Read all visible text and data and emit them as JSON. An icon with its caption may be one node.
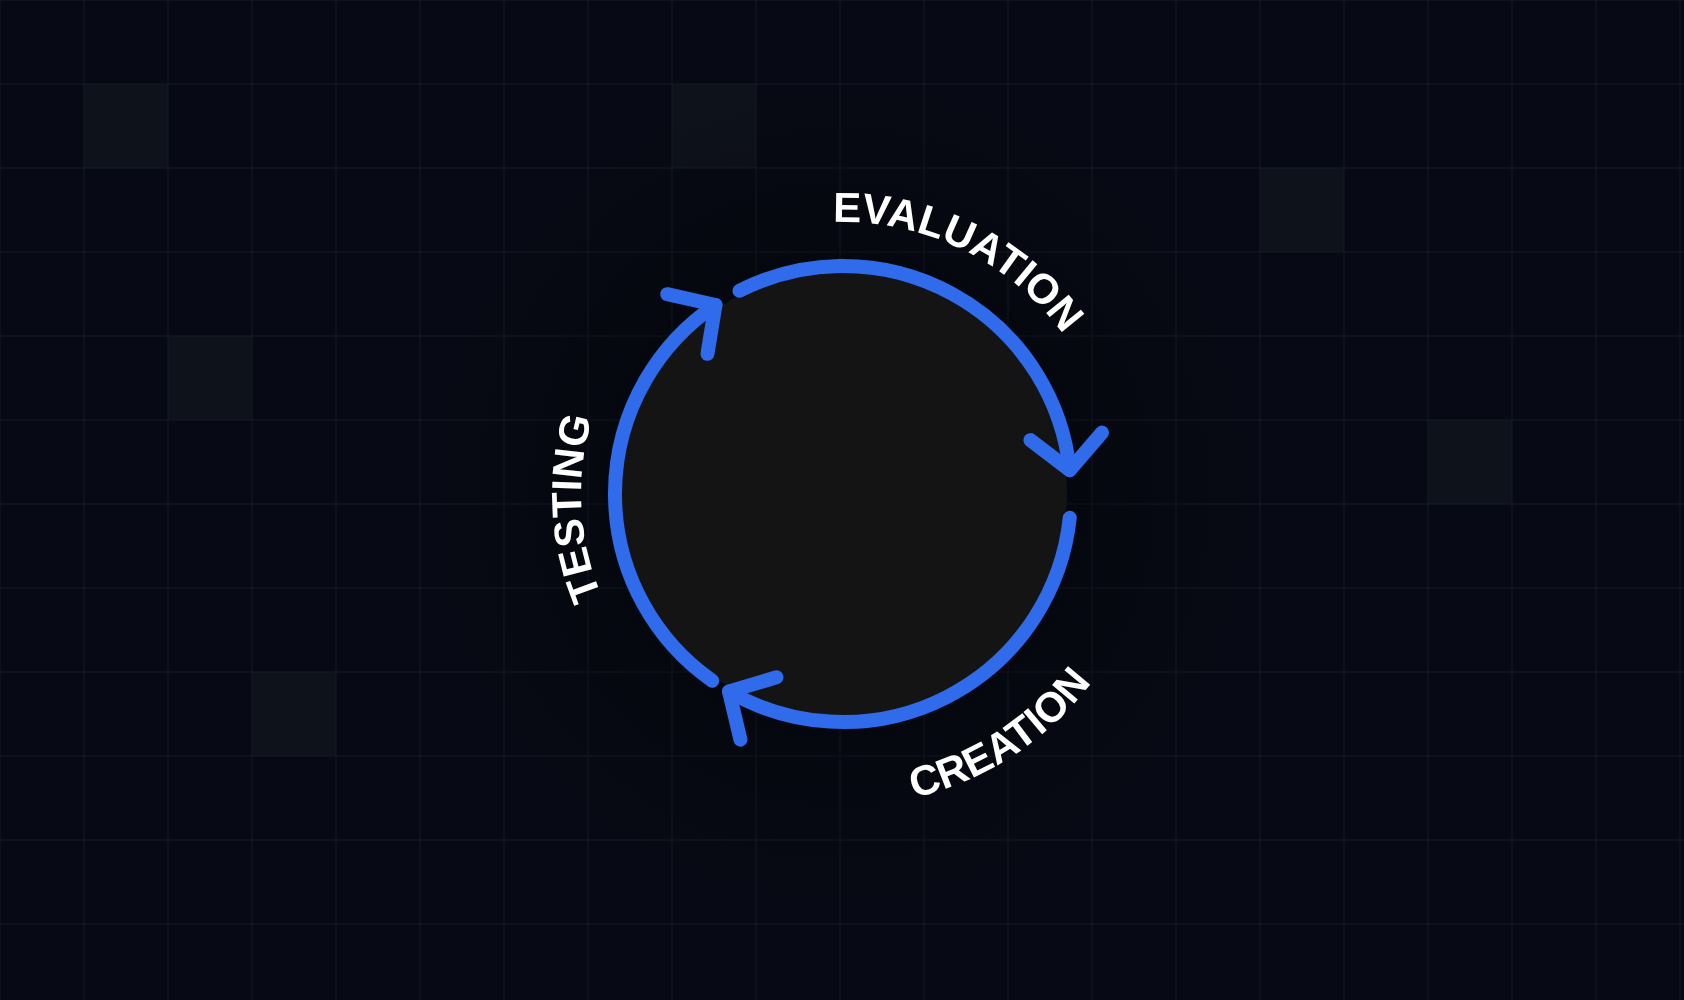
{
  "diagram": {
    "labels": [
      "EVALUATION",
      "CREATION",
      "TESTING"
    ]
  }
}
